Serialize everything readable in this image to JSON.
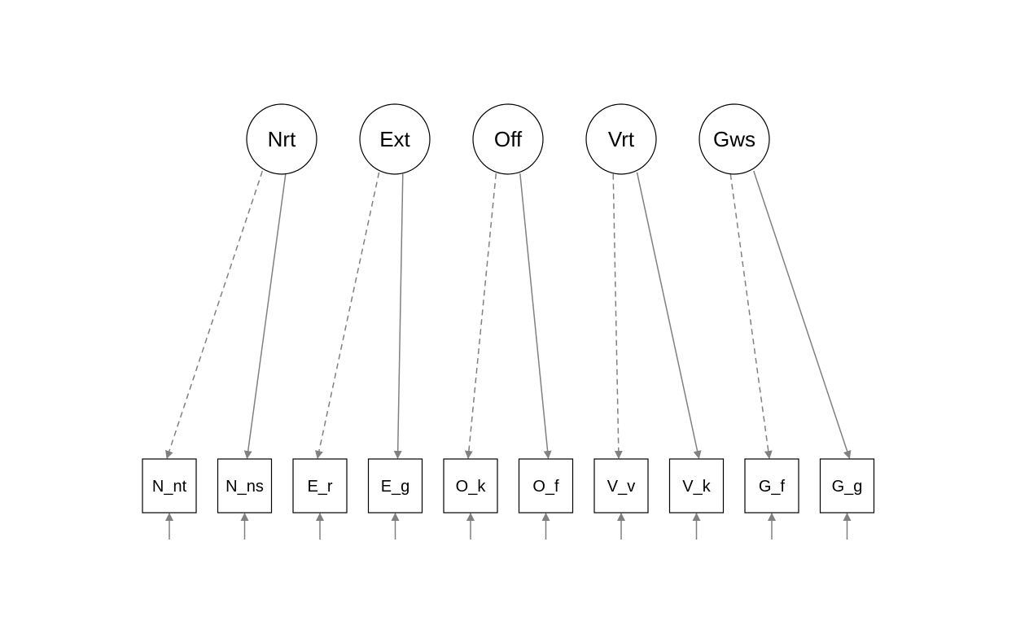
{
  "latents": [
    {
      "id": "Nrt",
      "label": "Nrt"
    },
    {
      "id": "Ext",
      "label": "Ext"
    },
    {
      "id": "Off",
      "label": "Off"
    },
    {
      "id": "Vrt",
      "label": "Vrt"
    },
    {
      "id": "Gws",
      "label": "Gws"
    }
  ],
  "indicators": [
    {
      "id": "N_nt",
      "label": "N_nt"
    },
    {
      "id": "N_ns",
      "label": "N_ns"
    },
    {
      "id": "E_r",
      "label": "E_r"
    },
    {
      "id": "E_g",
      "label": "E_g"
    },
    {
      "id": "O_k",
      "label": "O_k"
    },
    {
      "id": "O_f",
      "label": "O_f"
    },
    {
      "id": "V_v",
      "label": "V_v"
    },
    {
      "id": "V_k",
      "label": "V_k"
    },
    {
      "id": "G_f",
      "label": "G_f"
    },
    {
      "id": "G_g",
      "label": "G_g"
    }
  ],
  "loadings": [
    {
      "from": "Nrt",
      "to": "N_nt",
      "fixed": true
    },
    {
      "from": "Nrt",
      "to": "N_ns",
      "fixed": false
    },
    {
      "from": "Ext",
      "to": "E_r",
      "fixed": true
    },
    {
      "from": "Ext",
      "to": "E_g",
      "fixed": false
    },
    {
      "from": "Off",
      "to": "O_k",
      "fixed": true
    },
    {
      "from": "Off",
      "to": "O_f",
      "fixed": false
    },
    {
      "from": "Vrt",
      "to": "V_v",
      "fixed": true
    },
    {
      "from": "Vrt",
      "to": "V_k",
      "fixed": false
    },
    {
      "from": "Gws",
      "to": "G_f",
      "fixed": true
    },
    {
      "from": "Gws",
      "to": "G_g",
      "fixed": false
    }
  ],
  "colors": {
    "edge": "#808080",
    "node_stroke": "#000000",
    "background": "#ffffff"
  }
}
